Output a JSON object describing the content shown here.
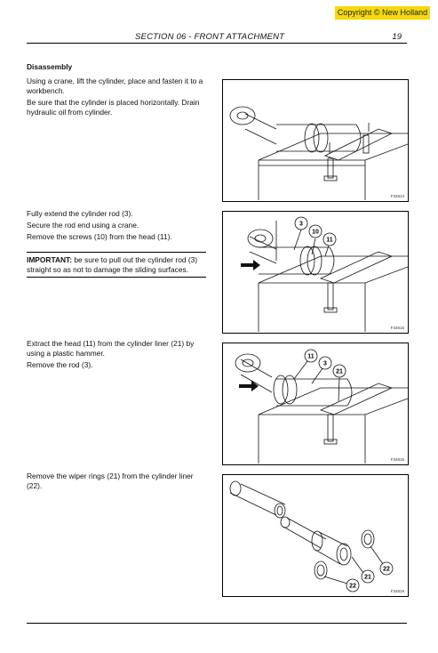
{
  "copyright": "Copyright © New Holland",
  "header": {
    "section": "SECTION 06 - FRONT ATTACHMENT",
    "page": "19"
  },
  "steps": [
    {
      "heading": "Disassembly",
      "paragraphs": [
        "Using a crane, lift the cylinder, place and fasten it to a workbench.",
        "Be sure that the cylinder is placed horizontally. Drain hydraulic oil from cylinder."
      ],
      "figure": {
        "code": "F34813",
        "callouts": []
      }
    },
    {
      "paragraphs": [
        "Fully extend the cylinder rod (3).",
        "Secure the rod end using a crane.",
        "Remove the screws (10) from the head (11)."
      ],
      "important": {
        "label": "IMPORTANT:",
        "text": "be sure to pull out the cylinder rod (3) straight so as not to damage the sliding surfaces."
      },
      "figure": {
        "code": "F34815",
        "callouts": [
          "3",
          "10",
          "11"
        ]
      }
    },
    {
      "paragraphs": [
        "Extract the head (11) from the cylinder liner (21) by using a plastic hammer.",
        "Remove the rod (3)."
      ],
      "figure": {
        "code": "F34815",
        "callouts": [
          "11",
          "3",
          "21"
        ]
      }
    },
    {
      "paragraphs": [
        "Remove the wiper rings (21) from the cylinder liner (22)."
      ],
      "figure": {
        "code": "F34818",
        "callouts": [
          "22",
          "21",
          "22"
        ]
      }
    }
  ]
}
